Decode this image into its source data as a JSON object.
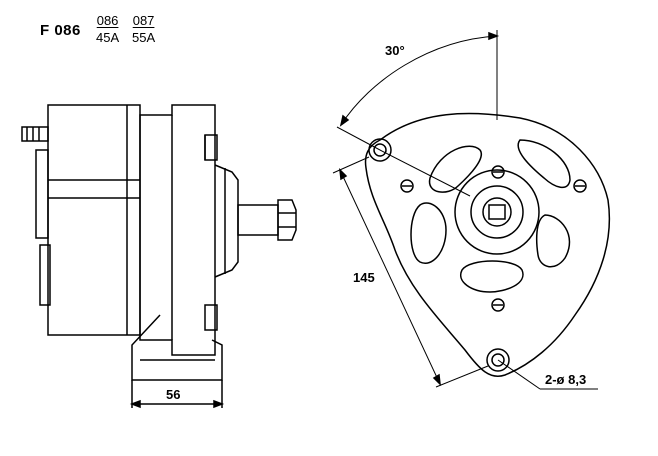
{
  "header": {
    "code": "F 086",
    "variants": [
      {
        "number": "086",
        "rating": "45A"
      },
      {
        "number": "087",
        "rating": "55A"
      }
    ]
  },
  "dimensions": {
    "width": "56",
    "mount_spacing": "145",
    "angle": "30°",
    "holes": "2-ø 8,3"
  }
}
